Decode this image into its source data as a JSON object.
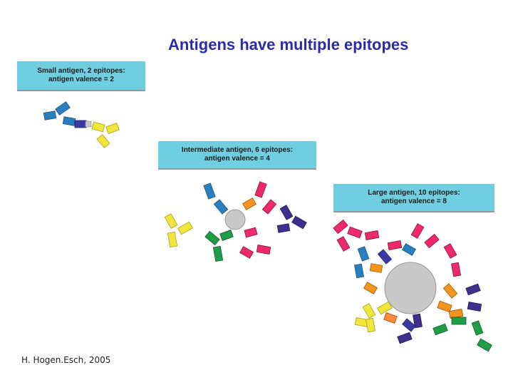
{
  "title": "Antigens have multiple epitopes",
  "panels": [
    {
      "line1": "Small antigen, 2 epitopes:",
      "line2": "antigen valence = 2"
    },
    {
      "line1": "Intermediate antigen, 6 epitopes:",
      "line2": "antigen valence = 4"
    },
    {
      "line1": "Large antigen, 10 epitopes:",
      "line2": "antigen valence = 8"
    }
  ],
  "credit": "H. Hogen.Esch, 2005",
  "colors": {
    "header_bg": "#6fcfe0",
    "antigen": "#c8c8c8",
    "antibody_palette": [
      "#2a7fc0",
      "#f2e63a",
      "#3a3aa0",
      "#ee2a6a",
      "#f7941d",
      "#1f9e45",
      "#3f2f8f",
      "#ff8a3a"
    ]
  }
}
